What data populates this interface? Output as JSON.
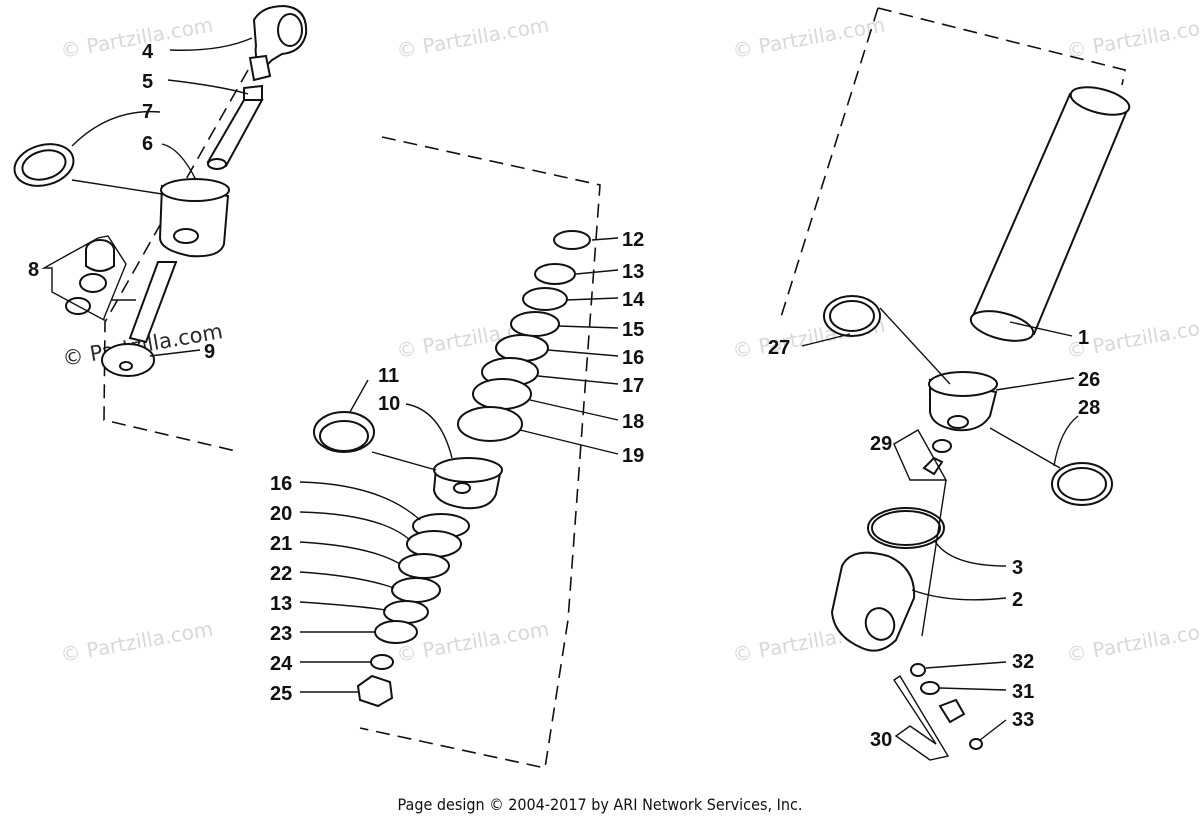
{
  "watermark": "© Partzilla.com",
  "footer": "Page design © 2004-2017 by ARI Network Services, Inc.",
  "callouts": [
    "1",
    "2",
    "3",
    "4",
    "5",
    "6",
    "7",
    "8",
    "9",
    "10",
    "11",
    "12",
    "13",
    "14",
    "15",
    "16",
    "17",
    "18",
    "19",
    "16",
    "20",
    "21",
    "22",
    "13",
    "23",
    "24",
    "25",
    "26",
    "27",
    "28",
    "29",
    "30",
    "31",
    "32",
    "33"
  ]
}
